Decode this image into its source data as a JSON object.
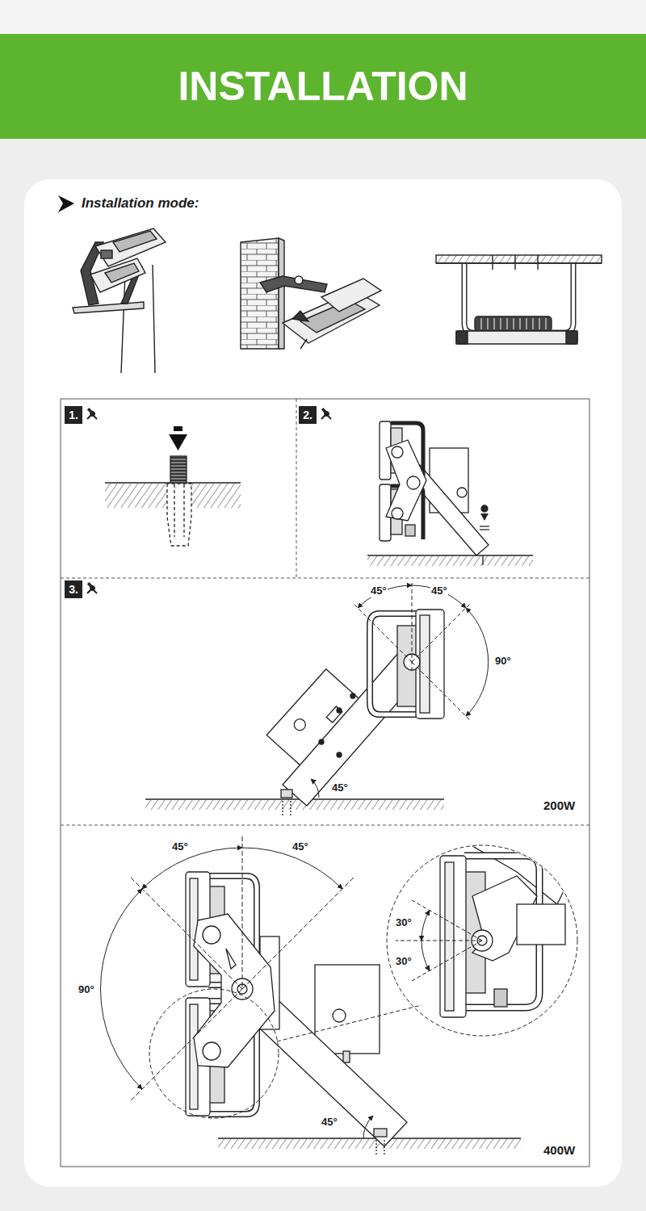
{
  "diagram": {
    "title": "INSTALLATION",
    "nodes": [
      {
        "text": [
          "1."
        ]
      },
      {
        "text": [
          "2."
        ]
      },
      {
        "text": [
          "3."
        ]
      }
    ],
    "labels": [
      "Installation mode:",
      "45°",
      "45°",
      "90°",
      "45°",
      "200W",
      "45°",
      "45°",
      "90°",
      "30°",
      "30°",
      "45°",
      "400W"
    ]
  }
}
